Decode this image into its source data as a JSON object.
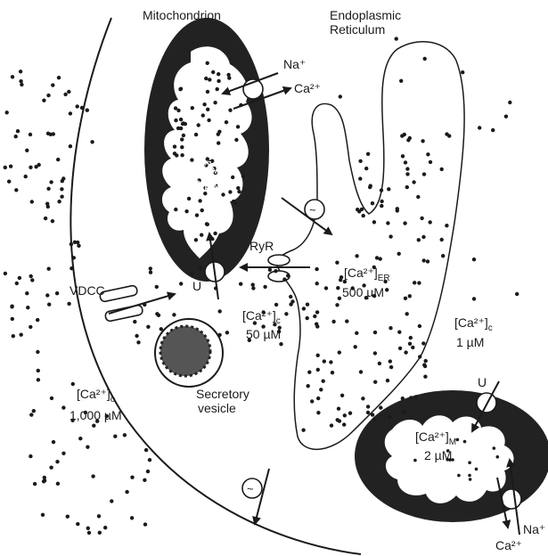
{
  "labels": {
    "mitochondrion_title": "Mitochondrion",
    "er_title_line1": "Endoplasmic",
    "er_title_line2": "Reticulum",
    "na_top": "Na⁺",
    "ca_top": "Ca²⁺",
    "ca_mito_top": "[Ca²⁺]",
    "ca_mito_top_sub": "M",
    "ca_mito_top_value": "500 µM",
    "ryr": "RyR",
    "u_top": "U",
    "vdcc": "VDCC",
    "ca_er": "[Ca²⁺]",
    "ca_er_sub": "ER",
    "ca_er_value": "500 µM",
    "ca_cyto_near": "[Ca²⁺]",
    "ca_cyto_near_sub": "c",
    "ca_cyto_near_value": "50 µM",
    "ca_cyto_far": "[Ca²⁺]",
    "ca_cyto_far_sub": "c",
    "ca_cyto_far_value": "1 µM",
    "ca_out": "[Ca²⁺]",
    "ca_out_sub": "o",
    "ca_out_value": "1,000 µM",
    "vesicle_line1": "Secretory",
    "vesicle_line2": "vesicle",
    "u_bottom": "U",
    "ca_mito_bottom": "[Ca²⁺]",
    "ca_mito_bottom_sub": "M",
    "ca_mito_bottom_value": "2 µM",
    "na_bottom": "Na⁺",
    "ca_bottom": "Ca²⁺",
    "exchanger_symbol": "~"
  },
  "colors": {
    "matrix_fill": "#222222",
    "line": "#1a1a1a",
    "background": "#ffffff"
  }
}
